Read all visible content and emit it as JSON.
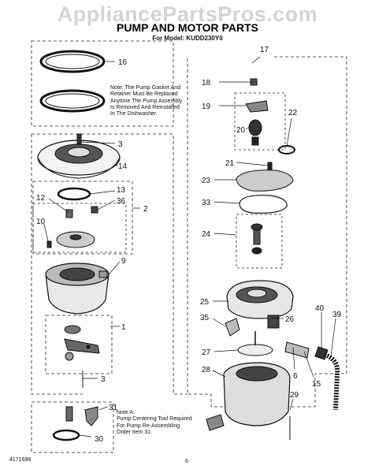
{
  "watermark": "AppliancePartsPros.com",
  "title": "PUMP AND MOTOR PARTS",
  "model": "For Model: KUDD230Y0",
  "note_gasket": [
    "Note: The Pump Gasket  And",
    "Retainer Must Be Replaced",
    "Anytime The Pump Assembly",
    "Is Removed And Reinstalled",
    "In The Dishwasher."
  ],
  "note_tool": [
    "Note A:",
    "Pump Centering Tool Required",
    "For Pump Re-Assembling",
    "Order Item 31."
  ],
  "doc_number": "4171698",
  "page_number": "6",
  "callouts": {
    "c1": "1",
    "c2": "2",
    "c3a": "3",
    "c3b": "3",
    "c6": "6",
    "c9": "9",
    "c10": "10",
    "c12": "12",
    "c13": "13",
    "c14": "14",
    "c15": "15",
    "c16": "16",
    "c17": "17",
    "c18": "18",
    "c19": "19",
    "c20": "20",
    "c21": "21",
    "c22": "22",
    "c23": "23",
    "c24": "24",
    "c25": "25",
    "c26": "26",
    "c27": "27",
    "c28": "28",
    "c29": "29",
    "c30": "30",
    "c31": "31",
    "c33": "33",
    "c35": "35",
    "c36": "36",
    "c39": "39",
    "c40": "40"
  }
}
